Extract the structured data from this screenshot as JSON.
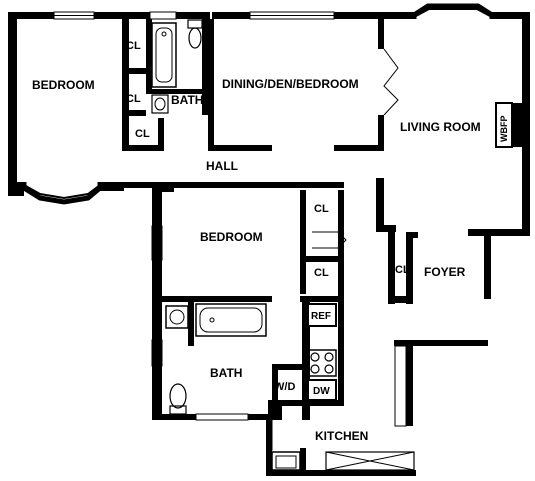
{
  "rooms": {
    "bedroom_1": "BEDROOM",
    "bath_1": "BATH",
    "dining": "DINING/DEN/BEDROOM",
    "living_room": "LIVING ROOM",
    "fireplace": "WBFP",
    "hall": "HALL",
    "bedroom_2": "BEDROOM",
    "bath_2": "BATH",
    "foyer": "FOYER",
    "kitchen": "KITCHEN",
    "washer_dryer": "W/D"
  },
  "closets": {
    "cl_1": "CL",
    "cl_2": "CL",
    "cl_3": "CL",
    "cl_4": "CL",
    "cl_5": "CL",
    "cl_6": "CL"
  },
  "appliances": {
    "refrigerator": "REF",
    "dishwasher": "DW"
  }
}
